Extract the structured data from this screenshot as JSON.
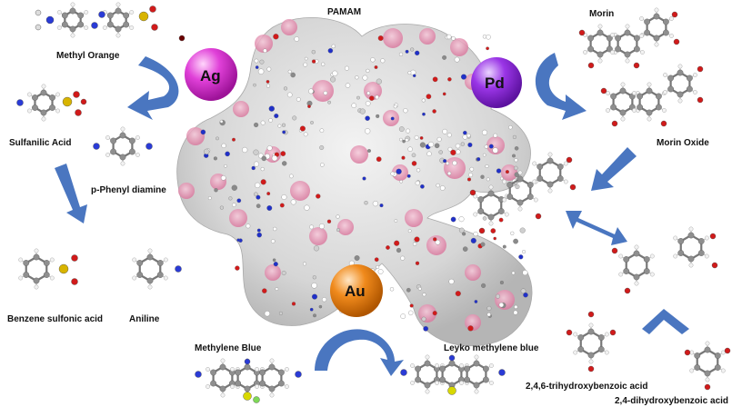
{
  "title": "PAMAM",
  "colors": {
    "arrow": "#4a76c0",
    "ag": "#e040d8",
    "pd": "#9a35e6",
    "au": "#f08a1c",
    "dendrimer": "#d7d7d7",
    "pink": "#e79ab8"
  },
  "metals": {
    "ag": "Ag",
    "pd": "Pd",
    "au": "Au"
  },
  "molecules": {
    "methyl_orange": "Methyl Orange",
    "sulfanilic_acid": "Sulfanilic Acid",
    "p_phenyl_diamine": "p-Phenyl diamine",
    "benzene_sulfonic_acid": "Benzene sulfonic acid",
    "aniline": "Aniline",
    "methylene_blue": "Methylene Blue",
    "leyko_methylene_blue": "Leyko methylene blue",
    "morin": "Morin",
    "morin_oxide": "Morin Oxide",
    "trihydroxybenzoic_acid": "2,4,6-trihydroxybenzoic acid",
    "dihydroxybenzoic_acid": "2,4-dihydroxybenzoic acid"
  }
}
